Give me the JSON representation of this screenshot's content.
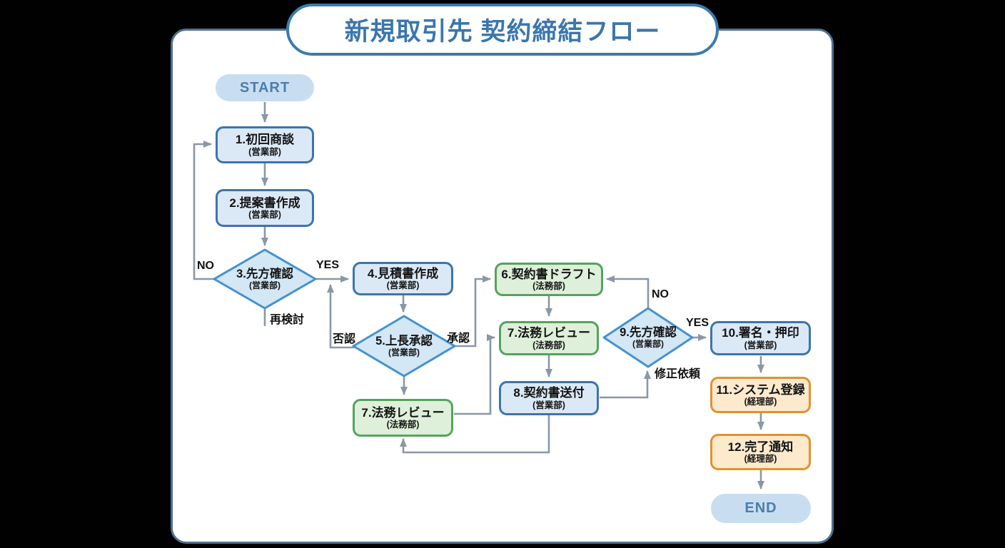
{
  "title": "新規取引先 契約締結フロー",
  "nodes": {
    "start": {
      "label": "START"
    },
    "n1": {
      "label": "1.初回商談",
      "dept": "(営業部)"
    },
    "n2": {
      "label": "2.提案書作成",
      "dept": "(営業部)"
    },
    "n3": {
      "label": "3.先方確認",
      "dept": "(営業部)"
    },
    "n4": {
      "label": "4.見積書作成",
      "dept": "(営業部)"
    },
    "n5": {
      "label": "5.上長承認",
      "dept": "(営業部)"
    },
    "n6": {
      "label": "6.契約書ドラフト",
      "dept": "(法務部)"
    },
    "n7a": {
      "label": "7.法務レビュー",
      "dept": "(法務部)"
    },
    "n7b": {
      "label": "7.法務レビュー",
      "dept": "(法務部)"
    },
    "n8": {
      "label": "8.契約書送付",
      "dept": "(営業部)"
    },
    "n9": {
      "label": "9.先方確認",
      "dept": "(営業部)"
    },
    "n10": {
      "label": "10.署名・押印",
      "dept": "(営業部)"
    },
    "n11": {
      "label": "11.システム登録",
      "dept": "(経理部)"
    },
    "n12": {
      "label": "12.完了通知",
      "dept": "(経理部)"
    },
    "end": {
      "label": "END"
    }
  },
  "edge_labels": {
    "d3_no": "NO",
    "d3_yes": "YES",
    "d3_down": "再検討",
    "d5_no": "否認",
    "d5_yes": "承認",
    "d9_no": "NO",
    "d9_yes": "YES",
    "d9_revise": "修正依頼"
  },
  "colors": {
    "process_fill": "#dbe9f6",
    "process_border": "#3c74ae",
    "decision_fill": "#d3e7f5",
    "decision_border": "#4492cf",
    "legal_fill": "#def0da",
    "legal_border": "#55a35c",
    "accounting_fill": "#fdeacd",
    "accounting_border": "#e2912f",
    "terminal_fill": "#c8def0",
    "terminal_text": "#4b7dae",
    "title_text": "#3b76ad",
    "arrow": "#8a97a6",
    "card_border": "#4d7293",
    "background": "#000000"
  }
}
